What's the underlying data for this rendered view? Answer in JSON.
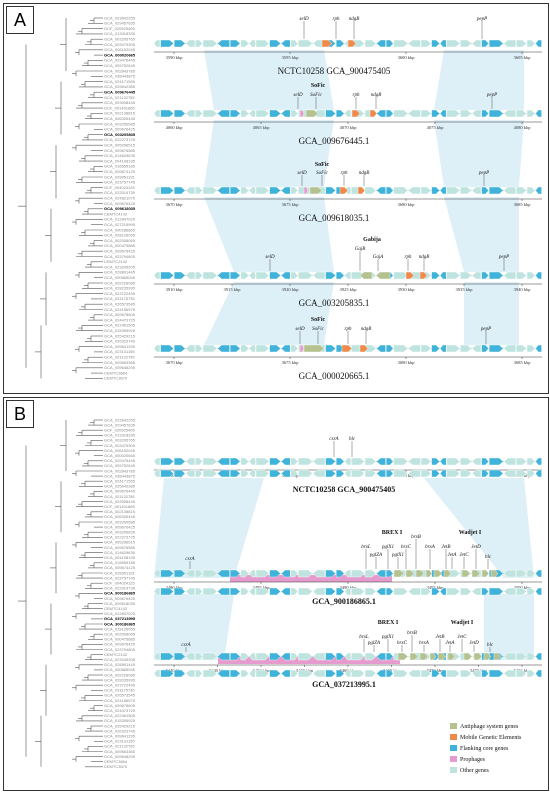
{
  "panelA": {
    "letter": "A",
    "tracks": [
      {
        "genome": "NCTC10258 GCA_900475405",
        "genes": [
          "selD",
          "rph",
          "ndgB",
          "pepP"
        ],
        "systems": [],
        "ticks": [
          "3590 kbp",
          "3595 kbp",
          "3600 kbp",
          "3605 kbp"
        ]
      },
      {
        "genome": "GCA_009676445.1",
        "genes": [
          "selD",
          "SoFic",
          "rph",
          "ndgB",
          "pepP"
        ],
        "systems": [
          "SoFic"
        ],
        "ticks": [
          "4060 kbp",
          "4065 kbp",
          "4070 kbp",
          "4075 kbp",
          "4080 kbp"
        ]
      },
      {
        "genome": "GCA_009618035.1",
        "genes": [
          "selD",
          "SoFic",
          "rph",
          "ndgB",
          "pepP"
        ],
        "systems": [
          "SoFic"
        ],
        "ticks": [
          "3670 kbp",
          "3675 kbp",
          "3680 kbp",
          "3685 kbp"
        ]
      },
      {
        "genome": "GCA_003205835.1",
        "genes": [
          "selD",
          "GajB",
          "GajA",
          "rph",
          "ndgB",
          "pepP"
        ],
        "systems": [
          "Gabija"
        ],
        "ticks": [
          "3910 kbp",
          "3915 kbp",
          "3920 kbp",
          "3925 kbp",
          "3930 kbp",
          "3935 kbp",
          "3940 kbp"
        ]
      },
      {
        "genome": "GCA_000020665.1",
        "genes": [
          "selD",
          "SoFic",
          "rph",
          "ndgB",
          "pepP"
        ],
        "systems": [
          "SoFic"
        ],
        "ticks": [
          "3670 kbp",
          "3675 kbp",
          "3680 kbp",
          "3685 kbp"
        ]
      }
    ],
    "leaves": [
      "GCA_023642255",
      "GCA_029457635",
      "GCF_020525405",
      "GCA_013318335",
      "GCA_003295765",
      "GCA_003479305",
      "GCA_006192045",
      "GCA_000020665",
      "GCA_029476445",
      "GCA_009752645",
      "GCA_002843785",
      "GCA_038443875",
      "GCA_024171555",
      "GCA_025642385",
      "GCA_009676445",
      "GCA_021132755",
      "GCA_003008445",
      "GCF_001401865",
      "GCA_002138815",
      "GCA_006326445",
      "GCA_003250585",
      "GCA_009676425",
      "GCA_003205835",
      "GCA_022273725",
      "GCA_005296515",
      "GCA_009676585",
      "GCA_014629635",
      "GCA_004108195",
      "GCA_016659185",
      "GCA_009674125",
      "GCA_028951115",
      "GCA_023757745",
      "GCF_004024125",
      "GCA_022014735",
      "GCA_024821075",
      "GCA_009676425",
      "GCA_009618035",
      "CEMTC4142",
      "GCA_012847025",
      "GCA_027215995",
      "GCA_000286865",
      "GCA_028126055",
      "GCA_002008065",
      "GCA_000475885",
      "GCA_009676425",
      "GCA_023794805",
      "CEMTC2142",
      "GCA_023245205",
      "GCA_028891445",
      "GCA_000665045",
      "GCA_002228085",
      "GCA_028235995",
      "GCA_023722495",
      "GCA_031175735",
      "GCA_026573545",
      "GCA_024156975",
      "GCA_009678605",
      "GCA_024473725",
      "GCA_022461505",
      "GCA_015395925",
      "GCA_025429215",
      "GCA_026323745",
      "GCA_009641295",
      "GCA_023131155",
      "GCA_021132795",
      "GCA_009663365",
      "GCA_009648295",
      "CEMTC3664",
      "CEMTC3670"
    ],
    "bold_leaves": [
      "GCA_000020665",
      "GCA_009676445",
      "GCA_003205835",
      "GCA_009618035"
    ]
  },
  "panelB": {
    "letter": "B",
    "tracks": [
      {
        "genome": "NCTC10258 GCA_900475405",
        "genes": [
          "csrA",
          "blc"
        ],
        "systems": [],
        "ticks": [
          "3030 kbp",
          "3035 kbp",
          "3040 kbp",
          "3045 kbp"
        ]
      },
      {
        "genome": "GCA_900186865.1",
        "genes": [
          "csrA",
          "brxL",
          "pglZA",
          "pglX1",
          "pglX1",
          "brxC",
          "brxB",
          "brxA",
          "JetB",
          "JetA",
          "JetC",
          "JetD",
          "blc"
        ],
        "systems": [
          "BREX I",
          "Wadjet I"
        ],
        "ticks": [
          "3480 kbp",
          "3485 kbp",
          "3490 kbp",
          "3495 kbp",
          "3500 kbp"
        ]
      },
      {
        "genome": "GCA_037213995.1",
        "genes": [
          "csrA",
          "brxL",
          "pglZA",
          "pglX1",
          "brxC",
          "brxB",
          "brxA",
          "JetB",
          "JetA",
          "JetC",
          "JetD",
          "blc"
        ],
        "systems": [
          "BREX I",
          "Wadjet I"
        ],
        "ticks": [
          "5440 kbp",
          "5445 kbp",
          "5450 kbp",
          "5455 kbp",
          "5460 kbp",
          "5465 kbp",
          "5470 kbp",
          "5475 kbp",
          "5480 kbp"
        ]
      }
    ],
    "leaves": [
      "GCA_023642255",
      "GCA_029457635",
      "GCF_020525405",
      "GCA_013318335",
      "GCA_003295765",
      "GCA_003479305",
      "GCA_006192045",
      "GCA_000020665",
      "GCA_029476445",
      "GCA_009752645",
      "GCA_002843785",
      "GCA_038443875",
      "GCA_024171555",
      "GCA_025642385",
      "GCA_009676445",
      "GCA_021132755",
      "GCA_003008445",
      "GCF_001401865",
      "GCA_002138815",
      "GCA_006326445",
      "GCA_003250585",
      "GCA_009676425",
      "GCA_003205835",
      "GCA_022273725",
      "GCA_005296515",
      "GCA_009676585",
      "GCA_014629635",
      "GCA_004108195",
      "GCA_016659185",
      "GCA_009674125",
      "GCA_028951115",
      "GCA_023757745",
      "GCF_004024125",
      "GCA_022014735",
      "GCA_900186865",
      "GCA_009676425",
      "GCA_009618035",
      "CEMTC4142",
      "GCA_012847025",
      "GCA_037213995",
      "GCA_300186865",
      "GCA_028126055",
      "GCA_002008065",
      "GCA_000475885",
      "GCA_009676425",
      "GCA_023794805",
      "CEMTC2142",
      "GCA_023245205",
      "GCA_028891445",
      "GCA_000665045",
      "GCA_002228085",
      "GCA_028235995",
      "GCA_023722495",
      "GCA_031175735",
      "GCA_026573545",
      "GCA_024156975",
      "GCA_009678605",
      "GCA_024473725",
      "GCA_022461505",
      "GCA_015395925",
      "GCA_025429215",
      "GCA_026323745",
      "GCA_009641295",
      "GCA_023131155",
      "GCA_021132795",
      "GCA_009663365",
      "GCA_009648295",
      "CEMTC3664",
      "CEMTC3670"
    ],
    "bold_leaves": [
      "GCA_900186865",
      "GCA_037213995",
      "GCA_300186865"
    ]
  },
  "legend": [
    {
      "label": "Antiphage system genes",
      "color": "#b5c28f"
    },
    {
      "label": "Mobile Genetic Elements",
      "color": "#f08a4b"
    },
    {
      "label": "Flanking core genes",
      "color": "#3fb3d9"
    },
    {
      "label": "Prophages",
      "color": "#e59bcd"
    },
    {
      "label": "Other genes",
      "color": "#bfe4e0"
    }
  ],
  "colors": {
    "antiphage": "#b5c28f",
    "mge": "#f08a4b",
    "core": "#3fb3d9",
    "prophage": "#e59bcd",
    "other": "#bfe4e0",
    "synteny": "#cfe9f3"
  }
}
